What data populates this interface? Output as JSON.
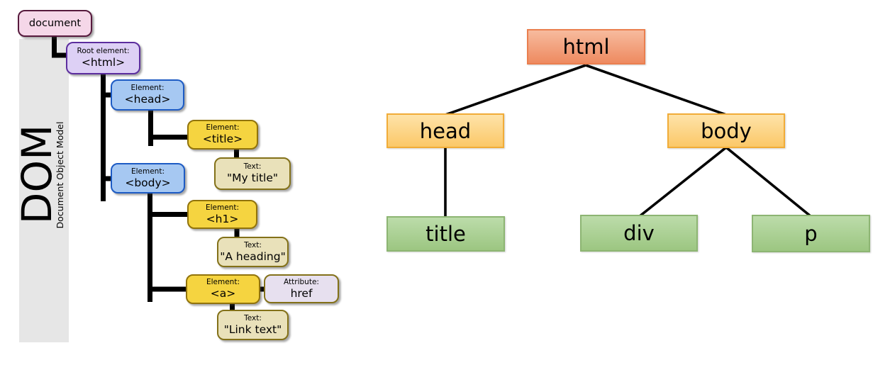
{
  "left": {
    "sidebar": {
      "big_label": "DOM",
      "small_label": "Document Object Model"
    },
    "nodes": {
      "document": {
        "tag": "document"
      },
      "root": {
        "label": "Root element:",
        "tag": "<html>"
      },
      "head": {
        "label": "Element:",
        "tag": "<head>"
      },
      "title": {
        "label": "Element:",
        "tag": "<title>"
      },
      "mytitle": {
        "label": "Text:",
        "tag": "\"My title\""
      },
      "body": {
        "label": "Element:",
        "tag": "<body>"
      },
      "h1": {
        "label": "Element:",
        "tag": "<h1>"
      },
      "aheading": {
        "label": "Text:",
        "tag": "\"A heading\""
      },
      "a": {
        "label": "Element:",
        "tag": "<a>"
      },
      "href": {
        "label": "Attribute:",
        "tag": "href"
      },
      "linktext": {
        "label": "Text:",
        "tag": "\"Link text\""
      }
    }
  },
  "right": {
    "nodes": {
      "html": {
        "label": "html"
      },
      "head": {
        "label": "head"
      },
      "body": {
        "label": "body"
      },
      "title": {
        "label": "title"
      },
      "div": {
        "label": "div"
      },
      "p": {
        "label": "p"
      }
    }
  },
  "palette": {
    "document_fill": "#f5d7e8",
    "document_border": "#571a3d",
    "root_fill": "#ddd0f5",
    "root_border": "#5c2d9e",
    "element_blue_fill": "#a6c8f2",
    "element_blue_border": "#1d5bc4",
    "element_gold_fill": "#f5d440",
    "element_gold_border": "#91730b",
    "text_fill": "#e9e1ba",
    "text_border": "#837119",
    "attribute_fill": "#e7e0ef",
    "html_fill": "#f0976e",
    "html_border": "#ea7f4f",
    "head_body_fill": "#fcd383",
    "head_body_border": "#f1ac38",
    "leaf_fill": "#a9cf92",
    "leaf_border": "#8db573",
    "sidebar_fill": "#e6e6e6",
    "connector": "#000000"
  }
}
